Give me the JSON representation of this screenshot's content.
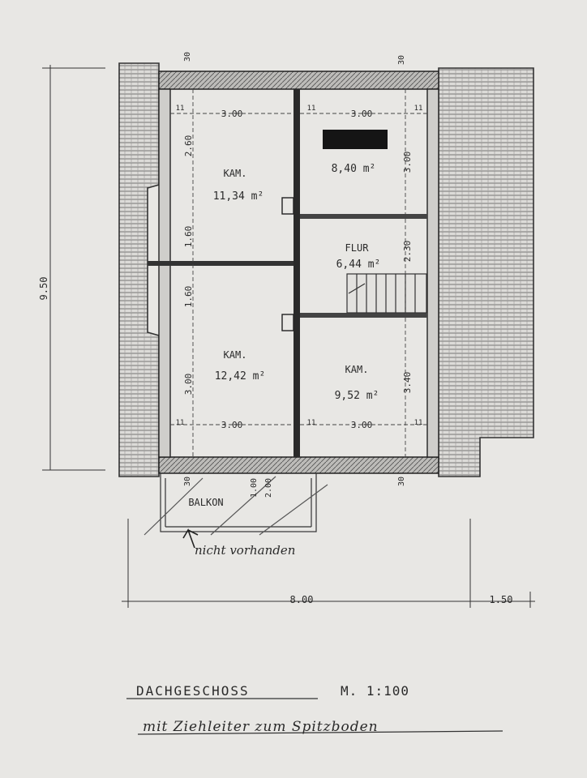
{
  "rooms": {
    "kam_top_left": {
      "name": "KAM.",
      "area": "11,34 m²"
    },
    "bath_top_right": {
      "name": "",
      "area": "8,40 m²"
    },
    "flur": {
      "name": "FLUR",
      "area": "6,44 m²"
    },
    "kam_bottom_left": {
      "name": "KAM.",
      "area": "12,42 m²"
    },
    "kam_bottom_right": {
      "name": "KAM.",
      "area": "9,52 m²"
    },
    "balkon": {
      "name": "BALKON"
    }
  },
  "dimensions": {
    "top_left_width": "3.00",
    "top_right_width": "3.00",
    "bottom_left_width": "3.00",
    "bottom_right_width": "3.00",
    "wall_tl": "30",
    "wall_tr": "30",
    "wall_br": "30",
    "wall_bl": "30",
    "left_seg1": "2.60",
    "left_seg2": "1.60",
    "left_seg3": "1.60",
    "left_seg4": "3.00",
    "right_seg1": "3.00",
    "right_seg2": "2.30",
    "right_seg3": "3.40",
    "total_height": "9.50",
    "total_width": "8.00",
    "extra_width": "1.50",
    "balkon_w1": "1.00",
    "balkon_w2": "2.00",
    "tick11": "11"
  },
  "annotations": {
    "nicht_vorhanden": "nicht vorhanden"
  },
  "title": {
    "main": "DACHGESCHOSS",
    "scale": "M. 1:100",
    "subtitle": "mit Ziehleiter zum Spitzboden"
  }
}
